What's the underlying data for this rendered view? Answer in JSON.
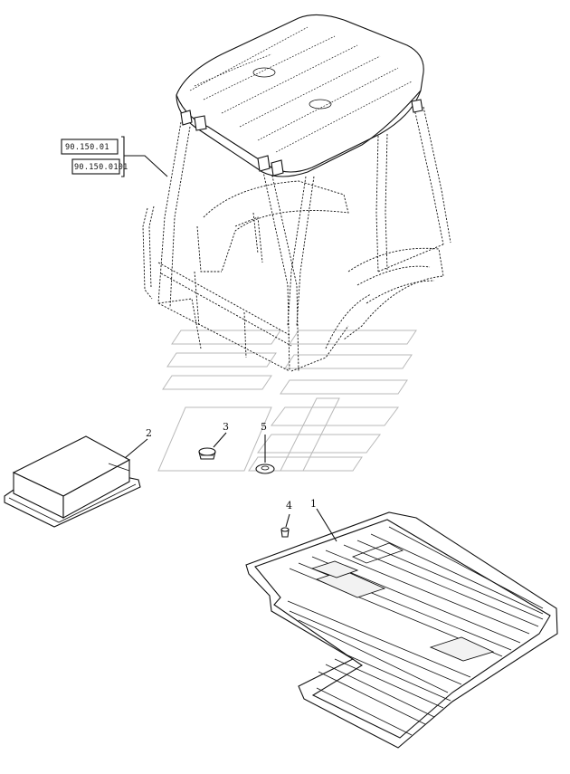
{
  "references": [
    {
      "code": "90.150.01"
    },
    {
      "code": "90.150.0101"
    }
  ],
  "callouts": [
    {
      "number": "1",
      "part": "floor mat"
    },
    {
      "number": "2",
      "part": "pad"
    },
    {
      "number": "3",
      "part": "plug"
    },
    {
      "number": "4",
      "part": "fastener"
    },
    {
      "number": "5",
      "part": "grommet"
    }
  ]
}
